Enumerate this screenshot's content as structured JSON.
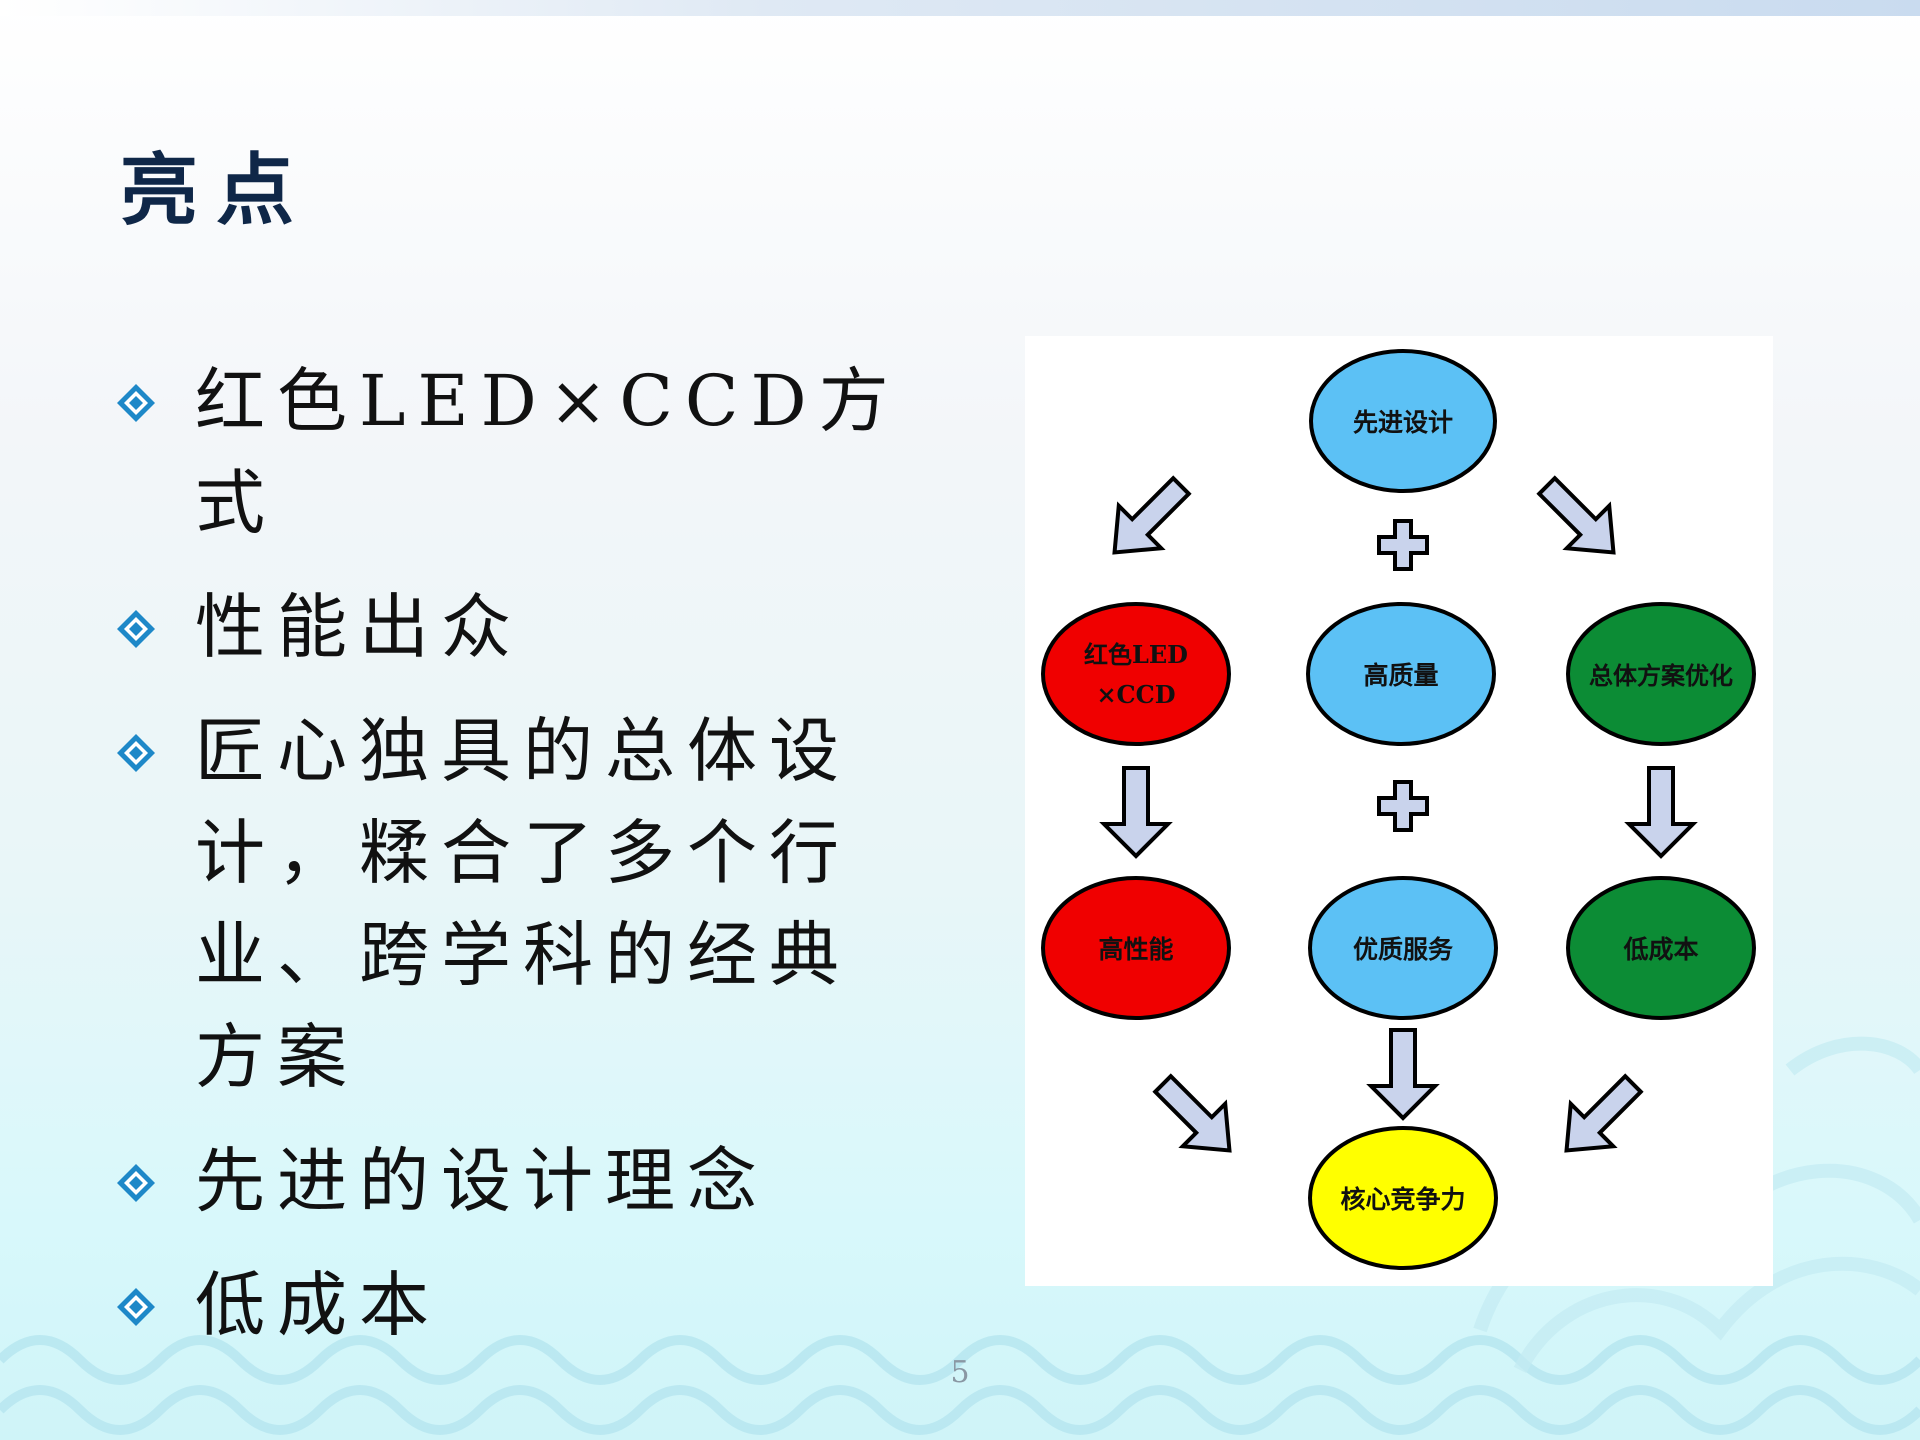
{
  "title": "亮点",
  "bullets": [
    "红色LED×CCD方式",
    "性能出众",
    "匠心独具的总体设计，糅合了多个行业、跨学科的经典方案",
    "先进的设计理念",
    "低成本"
  ],
  "diagram": {
    "nodes": {
      "advanced_design": "先进设计",
      "red_led_line1": "红色LED",
      "red_led_line2": "×CCD",
      "high_quality": "高质量",
      "overall_optimization": "总体方案优化",
      "high_performance": "高性能",
      "quality_service": "优质服务",
      "low_cost": "低成本",
      "core_competitiveness": "核心竞争力"
    },
    "colors": {
      "blue": "#5cc1f5",
      "red": "#f00000",
      "green": "#0c8c35",
      "yellow": "#ffff00",
      "arrow": "#c9d3ec"
    }
  },
  "page_number": "5"
}
